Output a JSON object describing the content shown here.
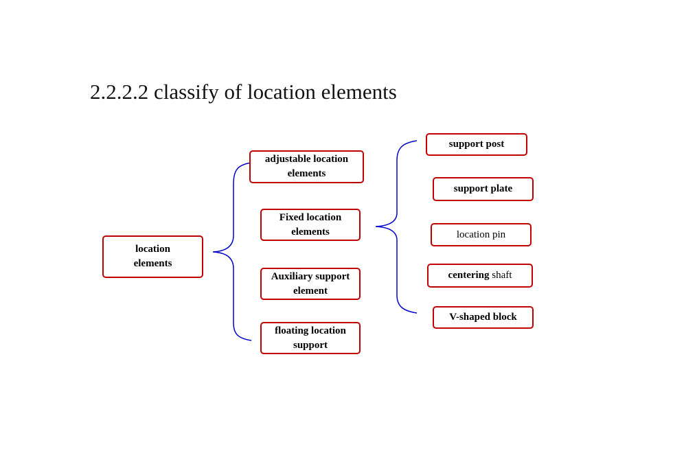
{
  "title": "2.2.2.2 classify of  location elements",
  "diagram": {
    "root": {
      "line1": "location",
      "line2": "elements"
    },
    "categories": [
      {
        "line1": "adjustable location",
        "line2": "elements"
      },
      {
        "line1": "Fixed location",
        "line2": "elements"
      },
      {
        "line1": "Auxiliary support",
        "line2": "element"
      },
      {
        "line1": "floating location",
        "line2": "support"
      }
    ],
    "fixed_children": [
      {
        "label": "support post"
      },
      {
        "label": "support plate"
      },
      {
        "label": "location pin"
      },
      {
        "bold": "centering",
        "rest": " shaft"
      },
      {
        "label": "V-shaped block"
      }
    ],
    "colors": {
      "node_border": "#c00000",
      "brace": "#0000cc"
    }
  }
}
